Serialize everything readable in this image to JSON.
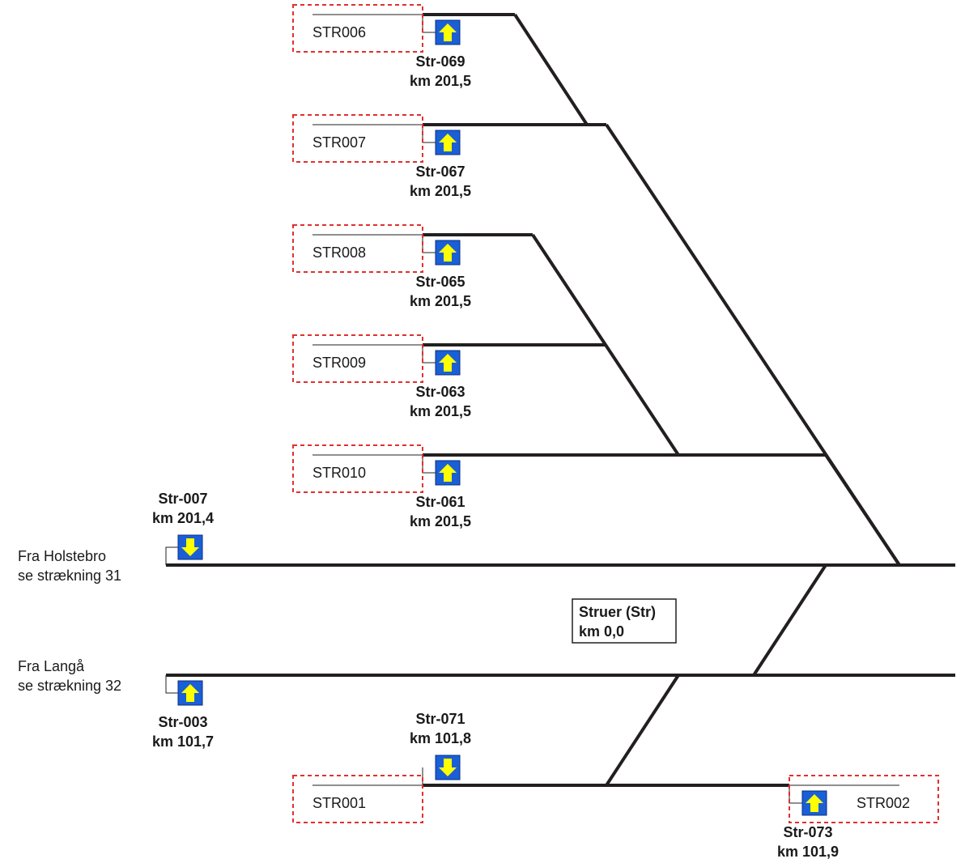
{
  "station": {
    "name": "Struer (Str)",
    "km": "km 0,0"
  },
  "origins": [
    {
      "line1": "Fra Holstebro",
      "line2": "se strækning 31"
    },
    {
      "line1": "Fra Langå",
      "line2": "se strækning 32"
    }
  ],
  "tracks": [
    {
      "name": "STR006"
    },
    {
      "name": "STR007"
    },
    {
      "name": "STR008"
    },
    {
      "name": "STR009"
    },
    {
      "name": "STR010"
    },
    {
      "name": "STR001"
    },
    {
      "name": "STR002"
    }
  ],
  "signals": [
    {
      "id": "Str-069",
      "km": "km 201,5",
      "direction": "up"
    },
    {
      "id": "Str-067",
      "km": "km 201,5",
      "direction": "up"
    },
    {
      "id": "Str-065",
      "km": "km 201,5",
      "direction": "up"
    },
    {
      "id": "Str-063",
      "km": "km 201,5",
      "direction": "up"
    },
    {
      "id": "Str-061",
      "km": "km 201,5",
      "direction": "up"
    },
    {
      "id": "Str-007",
      "km": "km 201,4",
      "direction": "down"
    },
    {
      "id": "Str-003",
      "km": "km 101,7",
      "direction": "up"
    },
    {
      "id": "Str-071",
      "km": "km 101,8",
      "direction": "down"
    },
    {
      "id": "Str-073",
      "km": "km 101,9",
      "direction": "up"
    }
  ],
  "colors": {
    "track": "#231f20",
    "signal_bg": "#1a5fd6",
    "signal_arrow": "#ffff00",
    "section_box": "#e03030"
  }
}
